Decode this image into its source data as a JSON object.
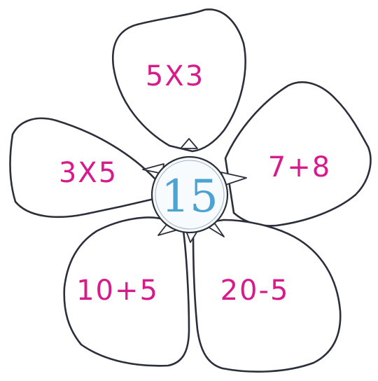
{
  "center": {
    "number": "15"
  },
  "petals": {
    "top": "5X3",
    "left": "3X5",
    "right": "7+8",
    "bottom_left": "10+5",
    "bottom_right": "20-5"
  },
  "colors": {
    "expression_ink": "#d81b8c",
    "center_number": "#4aa3d1",
    "outline": "#2b2f3a",
    "background": "#ffffff"
  }
}
